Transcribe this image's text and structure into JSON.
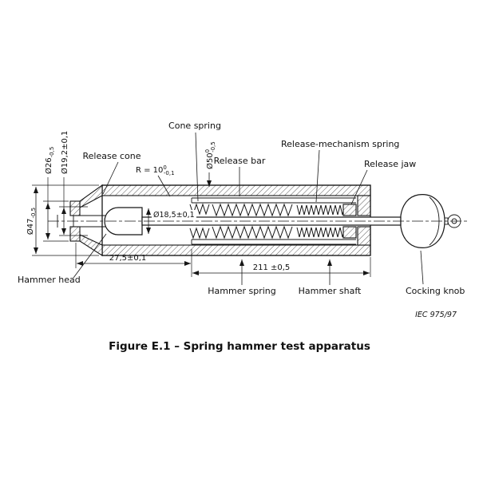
{
  "figure": {
    "caption": "Figure E.1 – Spring hammer test apparatus",
    "reference": "IEC  975/97"
  },
  "part_labels": {
    "cone_spring": "Cone spring",
    "release_mechanism_spring": "Release-mechanism spring",
    "release_jaw": "Release jaw",
    "release_cone": "Release cone",
    "release_bar": "Release bar",
    "hammer_head": "Hammer head",
    "hammer_spring": "Hammer spring",
    "hammer_shaft": "Hammer shaft",
    "cocking_knob": "Cocking knob"
  },
  "dimensions": {
    "dia_26": {
      "base": "Ø26",
      "sup": "",
      "sub": "-0,5"
    },
    "dia_19_2": {
      "base": "Ø19,2±0,1",
      "sup": "",
      "sub": ""
    },
    "dia_47": {
      "base": "Ø47",
      "sup": "",
      "sub": "-0,5"
    },
    "radius_10": {
      "base": "R = 10",
      "sup": "0",
      "sub": "-0,1"
    },
    "dia_50": {
      "base": "Ø50",
      "sup": "0",
      "sub": "-0,5"
    },
    "dia_18_5": {
      "base": "Ø18,5±0,1",
      "sup": "",
      "sub": ""
    },
    "len_27_5": {
      "base": "27,5±0,1",
      "sup": "",
      "sub": ""
    },
    "len_211": {
      "base": "211 ±0,5",
      "sup": "",
      "sub": ""
    }
  }
}
